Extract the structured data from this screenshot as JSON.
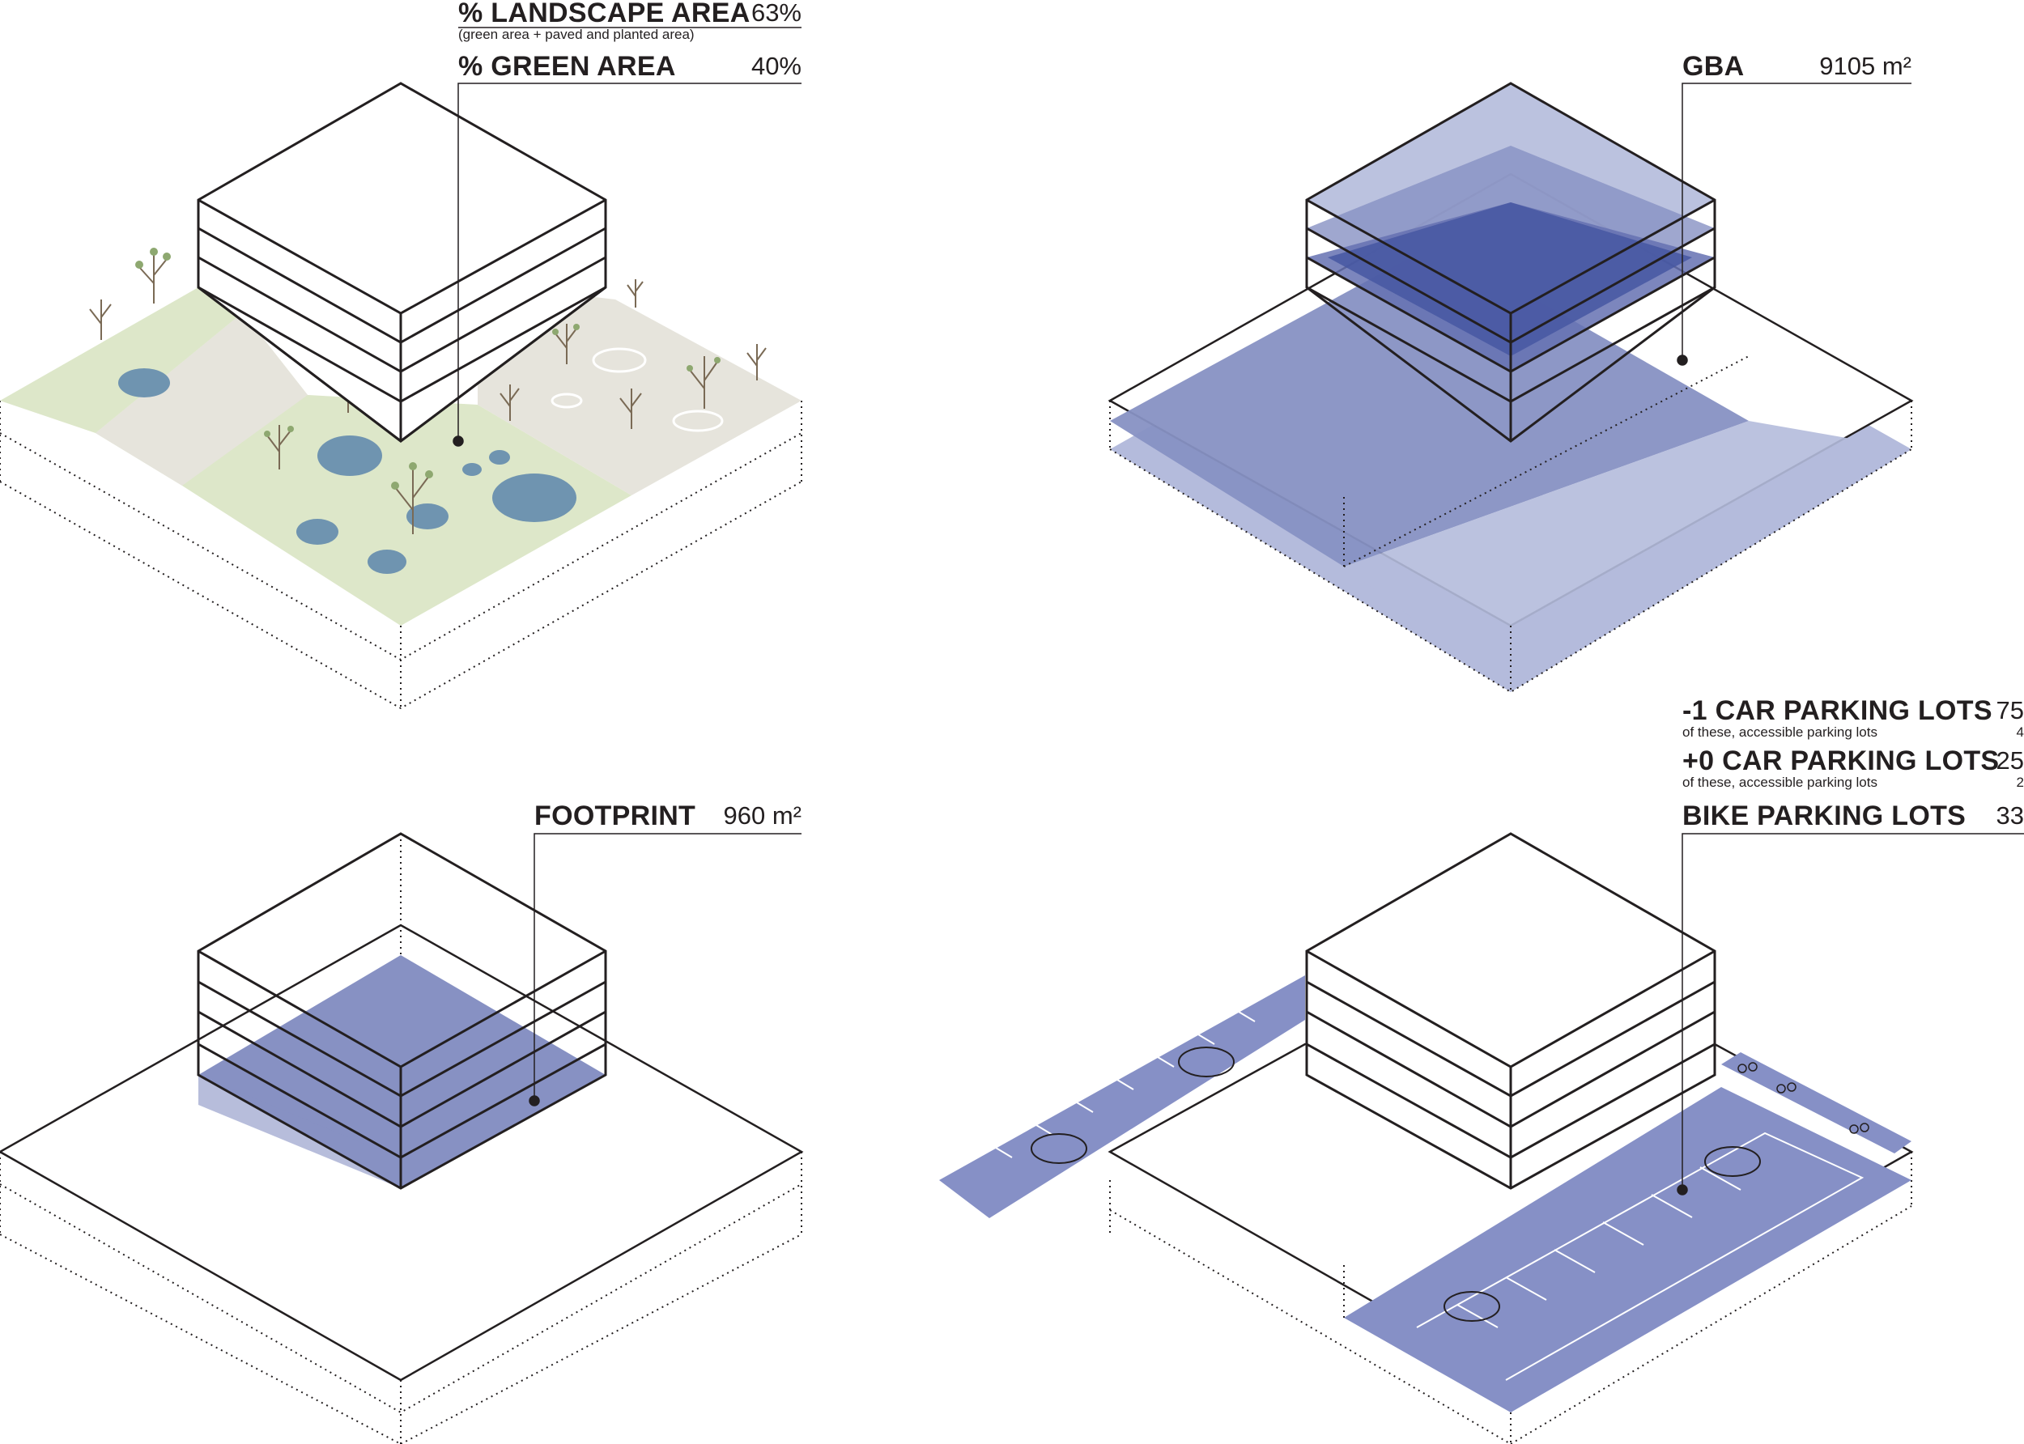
{
  "panels": {
    "landscape": {
      "landscape_label": "% LANDSCAPE AREA",
      "landscape_sub": "(green area + paved and planted area)",
      "landscape_value": "63%",
      "green_label": "% GREEN AREA",
      "green_value": "40%"
    },
    "gba": {
      "label": "GBA",
      "value": "9105 m²"
    },
    "footprint": {
      "label": "FOOTPRINT",
      "value": "960 m²"
    },
    "parking": {
      "car_minus1_label": "-1 CAR PARKING LOTS",
      "car_minus1_value": "75",
      "car_minus1_sub": "of these, accessible parking lots",
      "car_minus1_sub_value": "4",
      "car_plus0_label": "+0 CAR PARKING LOTS",
      "car_plus0_value": "25",
      "car_plus0_sub": "of these, accessible parking lots",
      "car_plus0_sub_value": "2",
      "bike_label": "BIKE PARKING LOTS",
      "bike_value": "33"
    }
  },
  "colors": {
    "green": "#dde7c9",
    "paved": "#e6e4dc",
    "water": "#6f94b0",
    "gba_light": "#b4bbdc",
    "gba_mid": "#8791c3",
    "gba_dark": "#4757a2",
    "parking": "#8690c6",
    "line": "#231f20"
  }
}
